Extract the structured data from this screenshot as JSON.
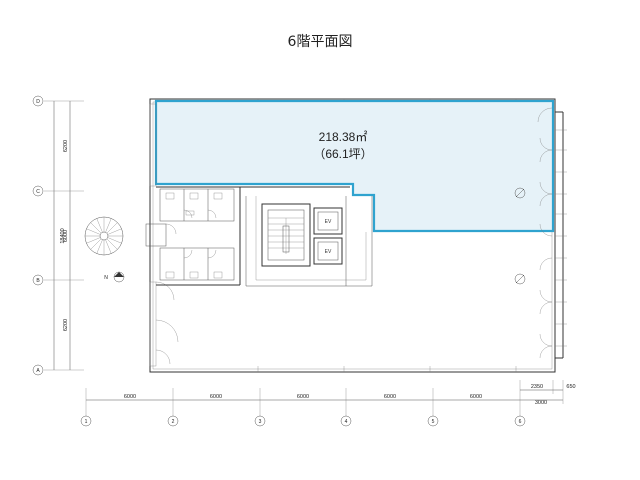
{
  "title": "6階平面図",
  "highlight": {
    "area": "218.38㎡",
    "tsubo": "（66.1坪）",
    "color": "#2fa3cf",
    "fill": "#e6f2f8"
  },
  "grid_rows": {
    "labels": [
      "D",
      "C",
      "B",
      "A"
    ],
    "spans": [
      "6200",
      "6000",
      "6200"
    ],
    "total": "18400"
  },
  "grid_cols": {
    "labels": [
      "1",
      "2",
      "3",
      "4",
      "5",
      "6"
    ],
    "spans": [
      "6000",
      "6000",
      "6000",
      "6000",
      "6000",
      "3000"
    ],
    "extra_top": [
      "2350",
      "650"
    ]
  },
  "elevator_labels": [
    "EV",
    "EV"
  ],
  "north_label": "N"
}
